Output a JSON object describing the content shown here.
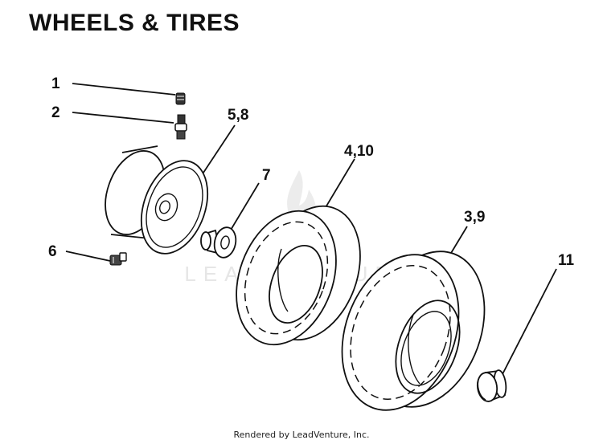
{
  "title": "WHEELS & TIRES",
  "footer": "Rendered by LeadVenture, Inc.",
  "watermark": "LEADVENTURE",
  "callouts": {
    "part_1": "1",
    "part_2": "2",
    "part_5_8": "5,8",
    "part_7": "7",
    "part_4_10": "4,10",
    "part_3_9": "3,9",
    "part_6": "6",
    "part_11": "11"
  }
}
